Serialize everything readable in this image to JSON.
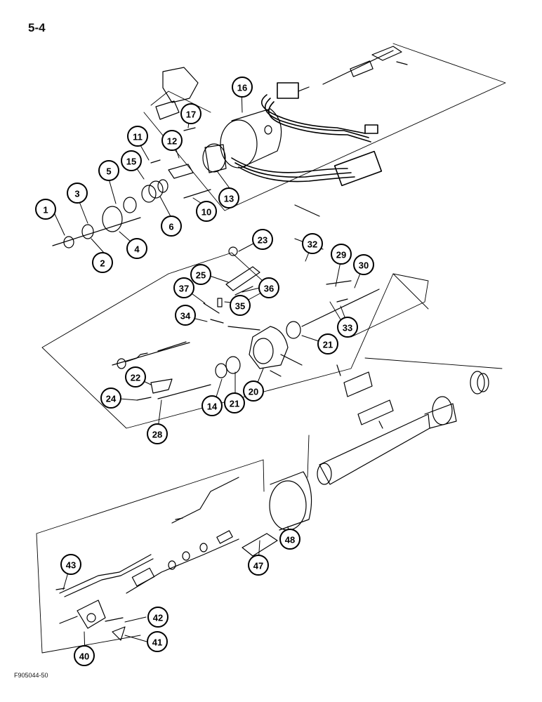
{
  "page": {
    "number": "5-4",
    "figure_code": "F905044-50"
  },
  "callouts": [
    {
      "id": "c1",
      "label": "1"
    },
    {
      "id": "c2",
      "label": "2"
    },
    {
      "id": "c3",
      "label": "3"
    },
    {
      "id": "c4",
      "label": "4"
    },
    {
      "id": "c5",
      "label": "5"
    },
    {
      "id": "c6",
      "label": "6"
    },
    {
      "id": "c10",
      "label": "10"
    },
    {
      "id": "c11",
      "label": "11"
    },
    {
      "id": "c12",
      "label": "12"
    },
    {
      "id": "c13",
      "label": "13"
    },
    {
      "id": "c14",
      "label": "14"
    },
    {
      "id": "c15",
      "label": "15"
    },
    {
      "id": "c16",
      "label": "16"
    },
    {
      "id": "c17",
      "label": "17"
    },
    {
      "id": "c20",
      "label": "20"
    },
    {
      "id": "c21a",
      "label": "21"
    },
    {
      "id": "c21b",
      "label": "21"
    },
    {
      "id": "c22",
      "label": "22"
    },
    {
      "id": "c23",
      "label": "23"
    },
    {
      "id": "c24",
      "label": "24"
    },
    {
      "id": "c25",
      "label": "25"
    },
    {
      "id": "c28",
      "label": "28"
    },
    {
      "id": "c29",
      "label": "29"
    },
    {
      "id": "c30",
      "label": "30"
    },
    {
      "id": "c32",
      "label": "32"
    },
    {
      "id": "c33",
      "label": "33"
    },
    {
      "id": "c34",
      "label": "34"
    },
    {
      "id": "c35",
      "label": "35"
    },
    {
      "id": "c36",
      "label": "36"
    },
    {
      "id": "c37",
      "label": "37"
    },
    {
      "id": "c40",
      "label": "40"
    },
    {
      "id": "c41",
      "label": "41"
    },
    {
      "id": "c42",
      "label": "42"
    },
    {
      "id": "c43",
      "label": "43"
    },
    {
      "id": "c47",
      "label": "47"
    },
    {
      "id": "c48",
      "label": "48"
    }
  ]
}
